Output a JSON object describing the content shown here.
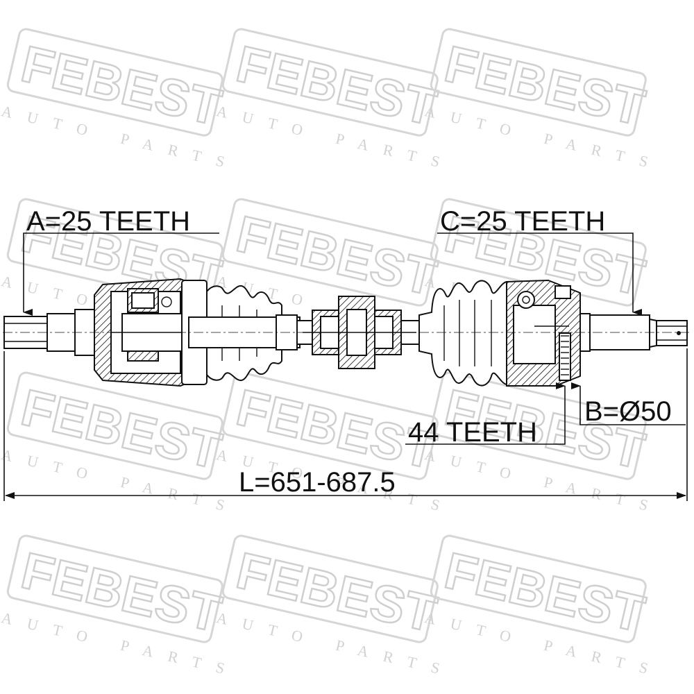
{
  "watermark": {
    "brand": "FEBEST",
    "tagline": "AUTO PARTS"
  },
  "labels": {
    "a_spline": "A=25 TEETH",
    "c_spline": "C=25 TEETH",
    "abs_ring": "44 TEETH",
    "b_diameter": "B=Ø50",
    "length": "L=651-687.5"
  },
  "colors": {
    "line": "#111111",
    "watermark": "#cfcfcf"
  }
}
